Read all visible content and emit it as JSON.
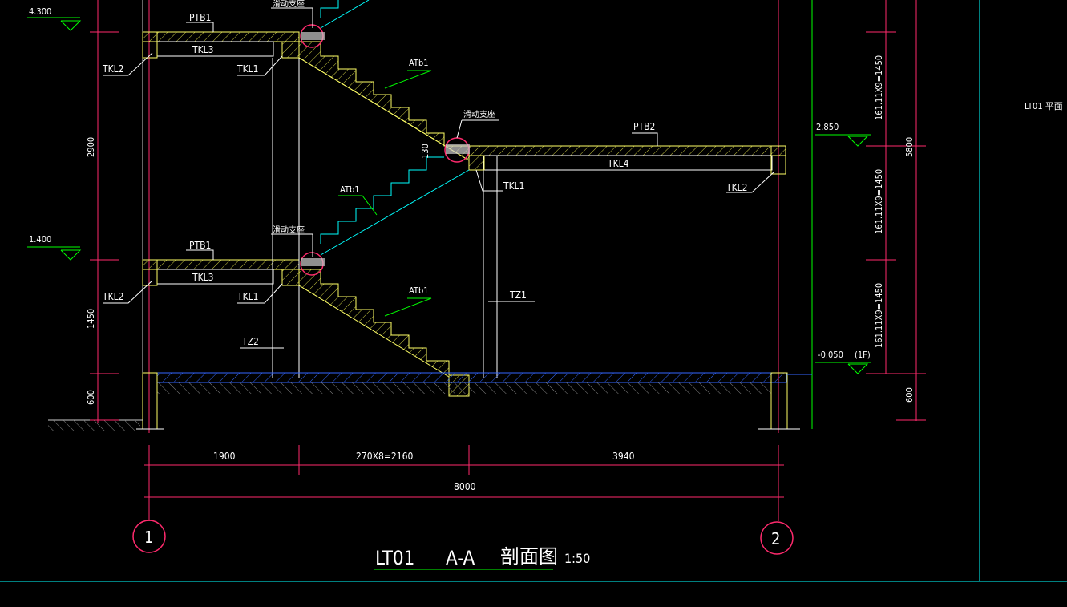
{
  "title": {
    "name": "LT01",
    "section": "A-A",
    "label": "剖面图",
    "scale": "1:50"
  },
  "side_note": "LT01 平面",
  "elevations": {
    "top": "4.300",
    "mid": "1.400",
    "landing": "2.850",
    "ground": "-0.050",
    "ground_tag": "(1F)"
  },
  "left_dims": {
    "upper": "2900",
    "lower": "1450",
    "base": "600"
  },
  "right_dims": {
    "flight_top": "161.11X9=1450",
    "flight_mid": "161.11X9=1450",
    "flight_low": "161.11X9=1450",
    "total": "5800",
    "base": "600"
  },
  "bottom_dims": {
    "seg1": "1900",
    "seg2": "270X8=2160",
    "seg3": "3940",
    "total": "8000"
  },
  "axes": {
    "left": "1",
    "right": "2"
  },
  "labels": {
    "ptb1": "PTB1",
    "ptb2": "PTB2",
    "tkl1": "TKL1",
    "tkl2": "TKL2",
    "tkl3": "TKL3",
    "tkl4": "TKL4",
    "atb1": "ATb1",
    "tz1": "TZ1",
    "tz2": "TZ2",
    "sliding_support": "滑动支座",
    "dim_130": "130"
  },
  "colors": {
    "wall": "#ff2a6d",
    "slab": "#ffff66",
    "stair": "#ffff66",
    "dim": "#ff2a6d",
    "text": "#ffffff",
    "leader": "#00ff00",
    "hatch": "#3366ff",
    "cyan": "#00ffff",
    "label_line": "#00ff00"
  }
}
